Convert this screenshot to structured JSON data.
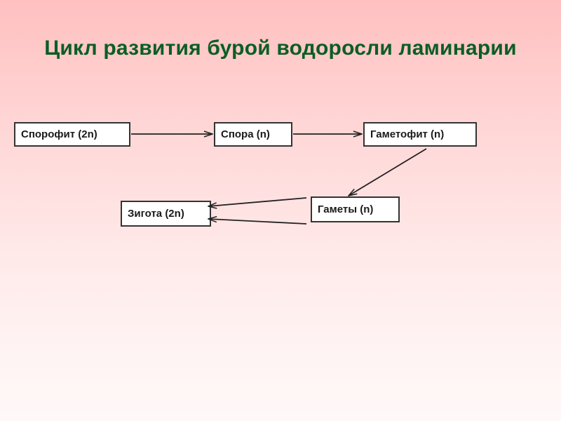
{
  "title": "Цикл развития бурой водоросли ламинарии",
  "nodes": {
    "sporophyte": "Спорофит (2n)",
    "spore": "Спора (n)",
    "gametophyte": "Гаметофит (n)",
    "gametes": "Гаметы (n)",
    "zygote": "Зигота (2n)"
  },
  "colors": {
    "title": "#0b5e24",
    "box_border": "#333333",
    "arrow": "#222222"
  }
}
